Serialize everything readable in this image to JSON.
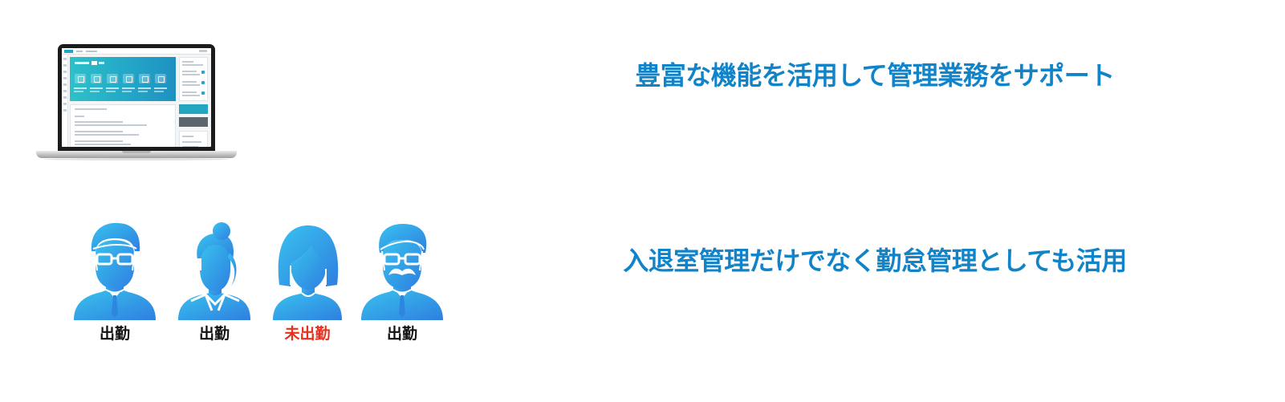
{
  "headlines": {
    "top": "豊富な機能を活用して管理業務をサポート",
    "bottom": "入退室管理だけでなく勤怠管理としても活用"
  },
  "people": [
    {
      "icon": "man-glasses-icon",
      "status": "出勤",
      "status_color": "#111111"
    },
    {
      "icon": "woman-ponytail-icon",
      "status": "出勤",
      "status_color": "#111111"
    },
    {
      "icon": "woman-bob-icon",
      "status": "未出勤",
      "status_color": "#e8301c"
    },
    {
      "icon": "man-mustache-icon",
      "status": "出勤",
      "status_color": "#111111"
    }
  ],
  "colors": {
    "headline": "#1183c8",
    "avatar_light": "#38c2ee",
    "avatar_dark": "#2f7fe0",
    "absent": "#e8301c"
  },
  "laptop": {
    "icon": "laptop-dashboard-icon"
  }
}
